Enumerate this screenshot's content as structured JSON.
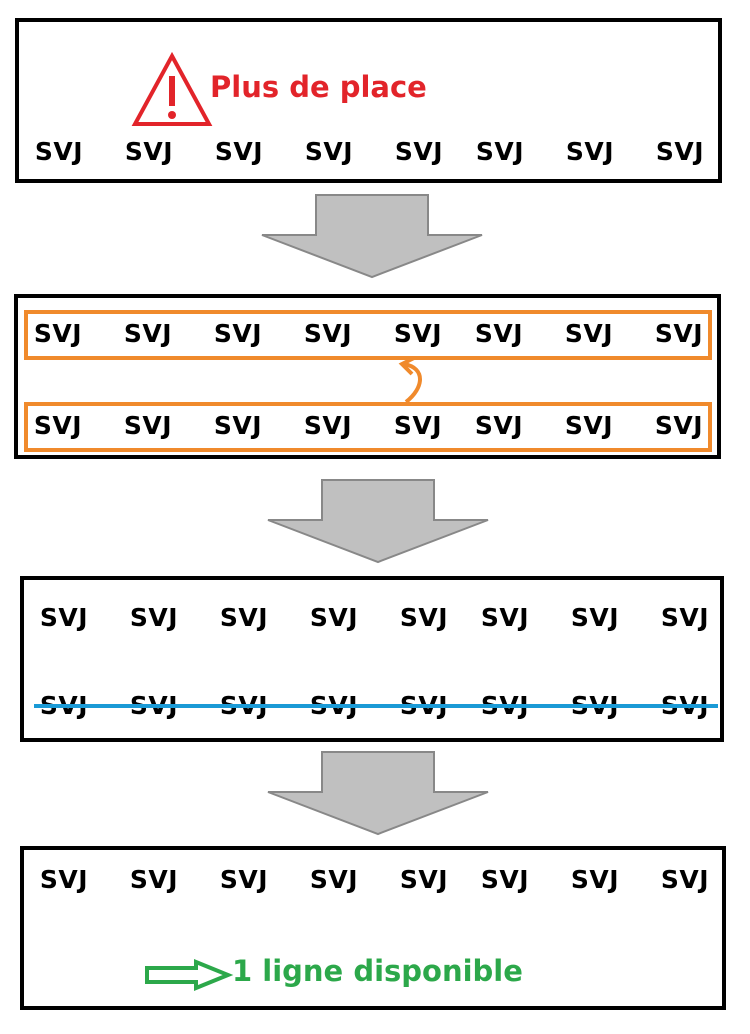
{
  "cell_label": "SVJ",
  "columns": 8,
  "panel1": {
    "warning_text": "Plus de place",
    "warning_icon": "warning-triangle-icon",
    "warning_color": "#e2242a"
  },
  "panel2": {
    "highlight_color": "#f08a2c",
    "move_icon": "curved-up-arrow-icon"
  },
  "panel3": {
    "strike_color": "#1a9ad6"
  },
  "panel4": {
    "available_text": "1 ligne disponible",
    "available_icon": "right-arrow-outline-icon",
    "available_color": "#2ca84a"
  },
  "flow_arrow_icon": "down-arrow-icon",
  "arrow_fill": "#c0c0c0"
}
